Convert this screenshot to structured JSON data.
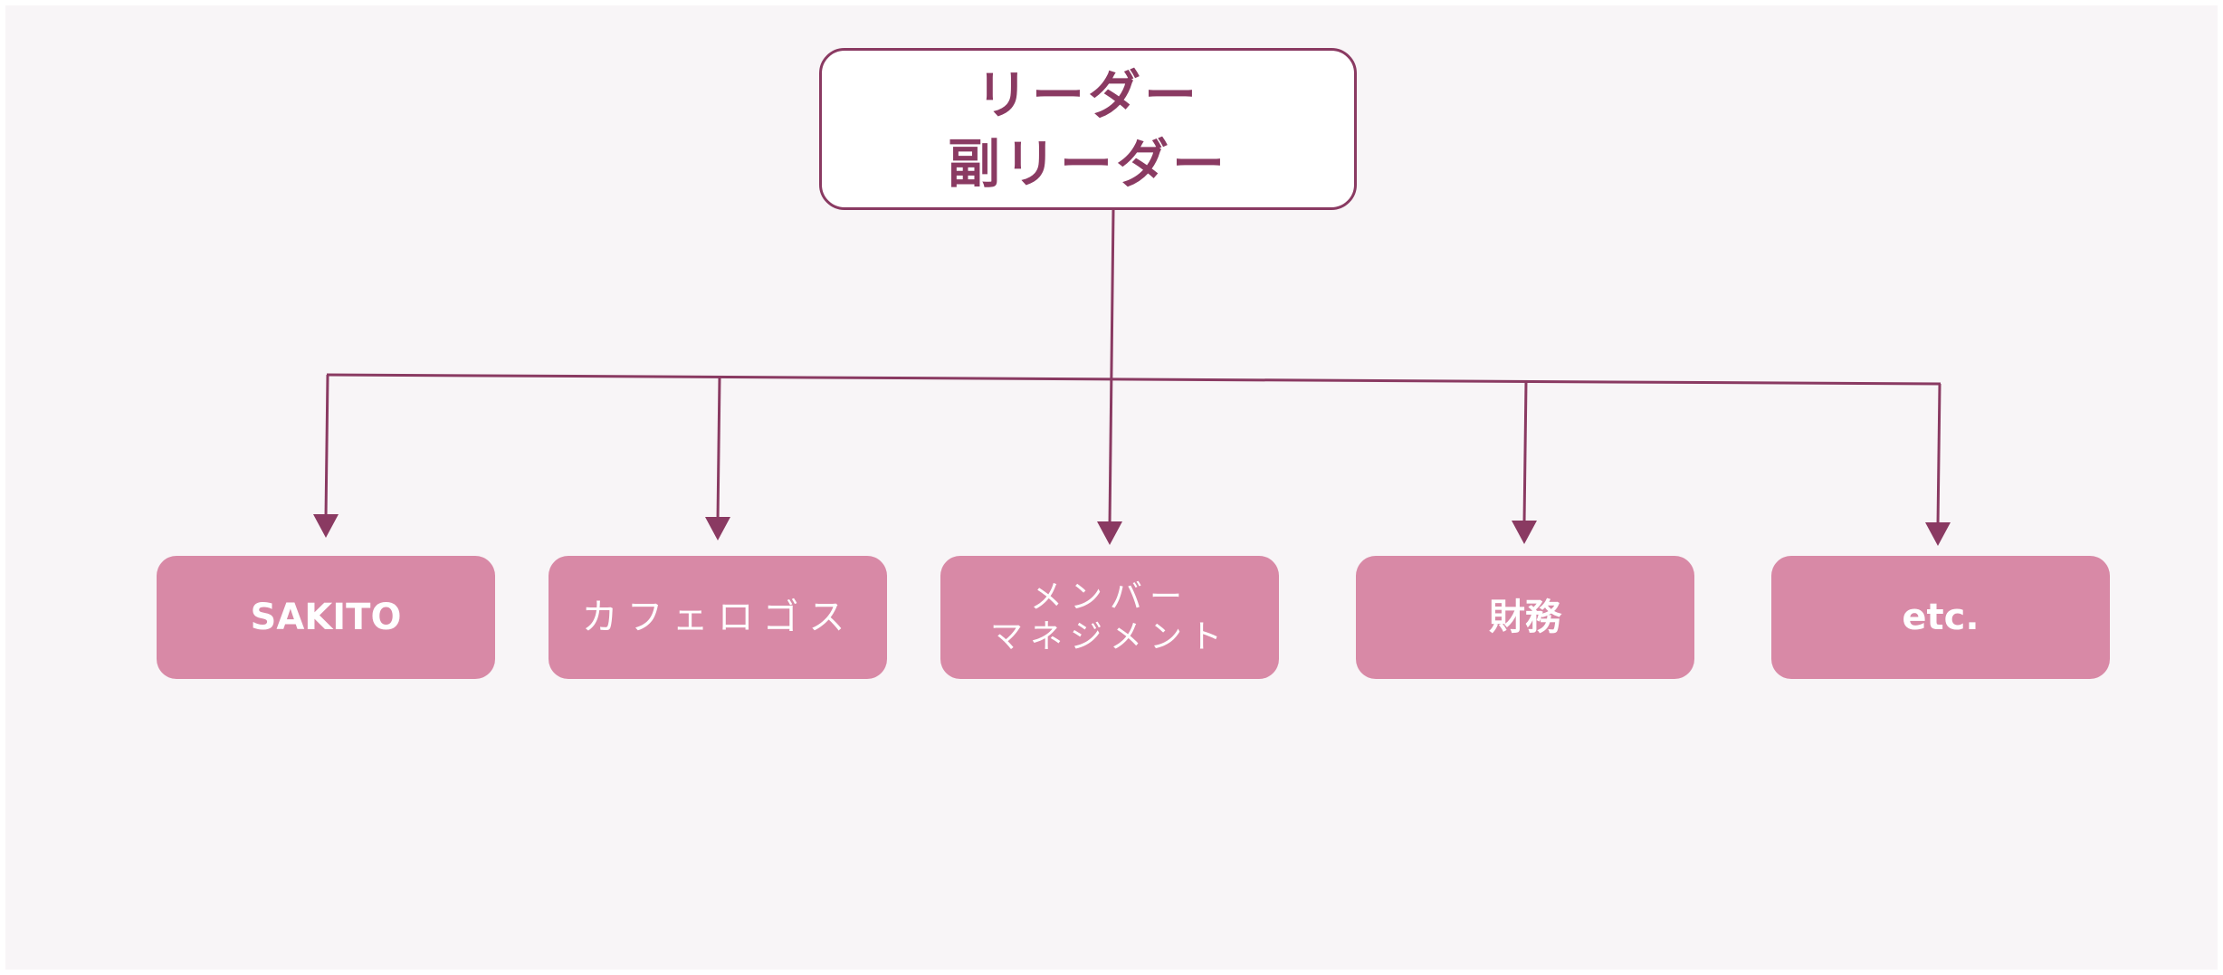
{
  "diagram": {
    "root": {
      "lines": [
        "リーダー",
        "副リーダー"
      ]
    },
    "children": [
      {
        "lines": [
          "SAKITO"
        ]
      },
      {
        "lines": [
          "カフェロゴス"
        ]
      },
      {
        "lines": [
          "メンバー",
          "マネジメント"
        ]
      },
      {
        "lines": [
          "財務"
        ]
      },
      {
        "lines": [
          "etc."
        ]
      }
    ],
    "colors": {
      "background": "#f8f5f7",
      "accent": "#8a3a62",
      "node_fill": "#d889a6",
      "node_text": "#ffffff",
      "root_fill": "#ffffff"
    }
  }
}
